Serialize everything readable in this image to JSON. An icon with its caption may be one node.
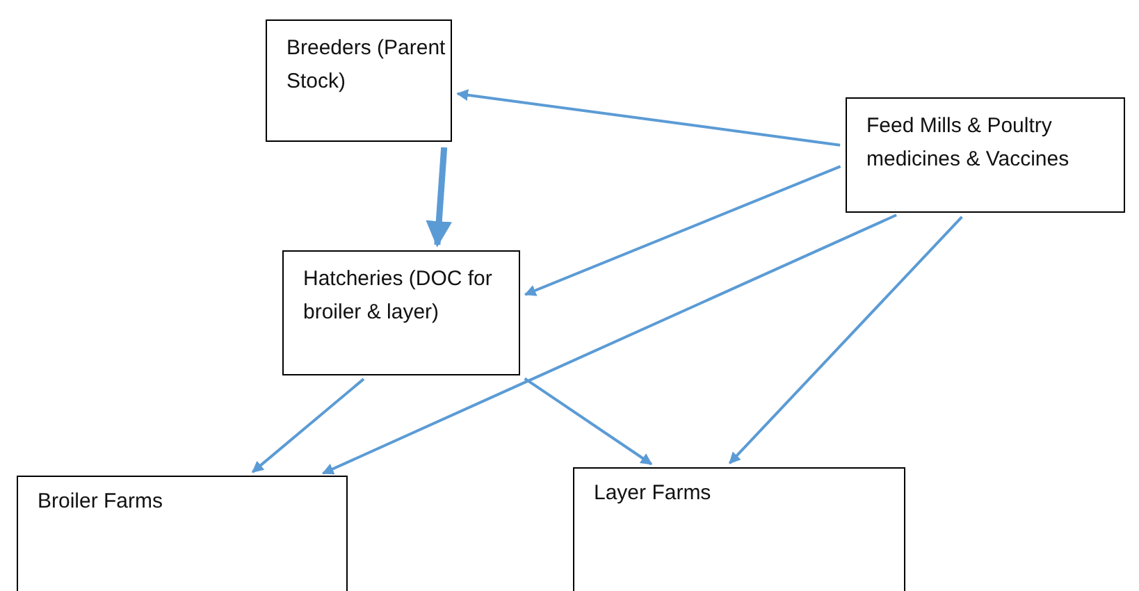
{
  "diagram": {
    "nodes": [
      {
        "text": [
          "Breeders (Parent Stock)"
        ]
      },
      {
        "text": [
          "Feed Mills & Poultry medicines & Vaccines"
        ]
      },
      {
        "text": [
          "Hatcheries (DOC for broiler & layer)"
        ]
      },
      {
        "text": [
          "Broiler Farms"
        ]
      },
      {
        "text": [
          "Layer Farms"
        ]
      }
    ],
    "edges": [
      {
        "from": 0,
        "to": 2,
        "arrow": "to",
        "style": "thick"
      },
      {
        "from": 1,
        "to": 0,
        "arrow": "to"
      },
      {
        "from": 1,
        "to": 2,
        "arrow": "to"
      },
      {
        "from": 1,
        "to": 3,
        "arrow": "to"
      },
      {
        "from": 1,
        "to": 4,
        "arrow": "to"
      },
      {
        "from": 2,
        "to": 3,
        "arrow": "to"
      },
      {
        "from": 2,
        "to": 4,
        "arrow": "to"
      }
    ]
  }
}
